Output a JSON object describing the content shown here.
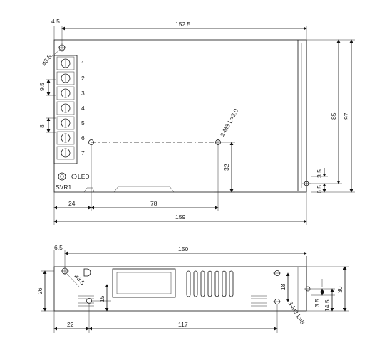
{
  "drawing": {
    "top_view": {
      "dims": {
        "hole_offset": "4.5",
        "length_top": "152.5",
        "hole_dia": "ø3.5",
        "terminal_pitch": "9.5",
        "terminal_gap": "8",
        "screw_label": "2-M3 L=3.0",
        "height_85": "85",
        "height_97": "97",
        "dim_32": "32",
        "dim_3_5": "3.5",
        "dim_6_5": "6.5",
        "dim_24": "24",
        "dim_78": "78",
        "dim_159": "159"
      },
      "terminals": [
        "1",
        "2",
        "3",
        "4",
        "5",
        "6",
        "7"
      ],
      "led_label": "LED",
      "svr_label": "SVR1"
    },
    "side_view": {
      "dims": {
        "offset_6_5": "6.5",
        "length_150": "150",
        "height_26": "26",
        "hole_dia": "ø3.5",
        "dim_15": "15",
        "dim_18": "18",
        "dim_3_5": "3.5",
        "dim_14_5": "14.5",
        "dim_30": "30",
        "screw_label": "3-M3 L=5",
        "dim_22": "22",
        "dim_117": "117"
      }
    }
  }
}
